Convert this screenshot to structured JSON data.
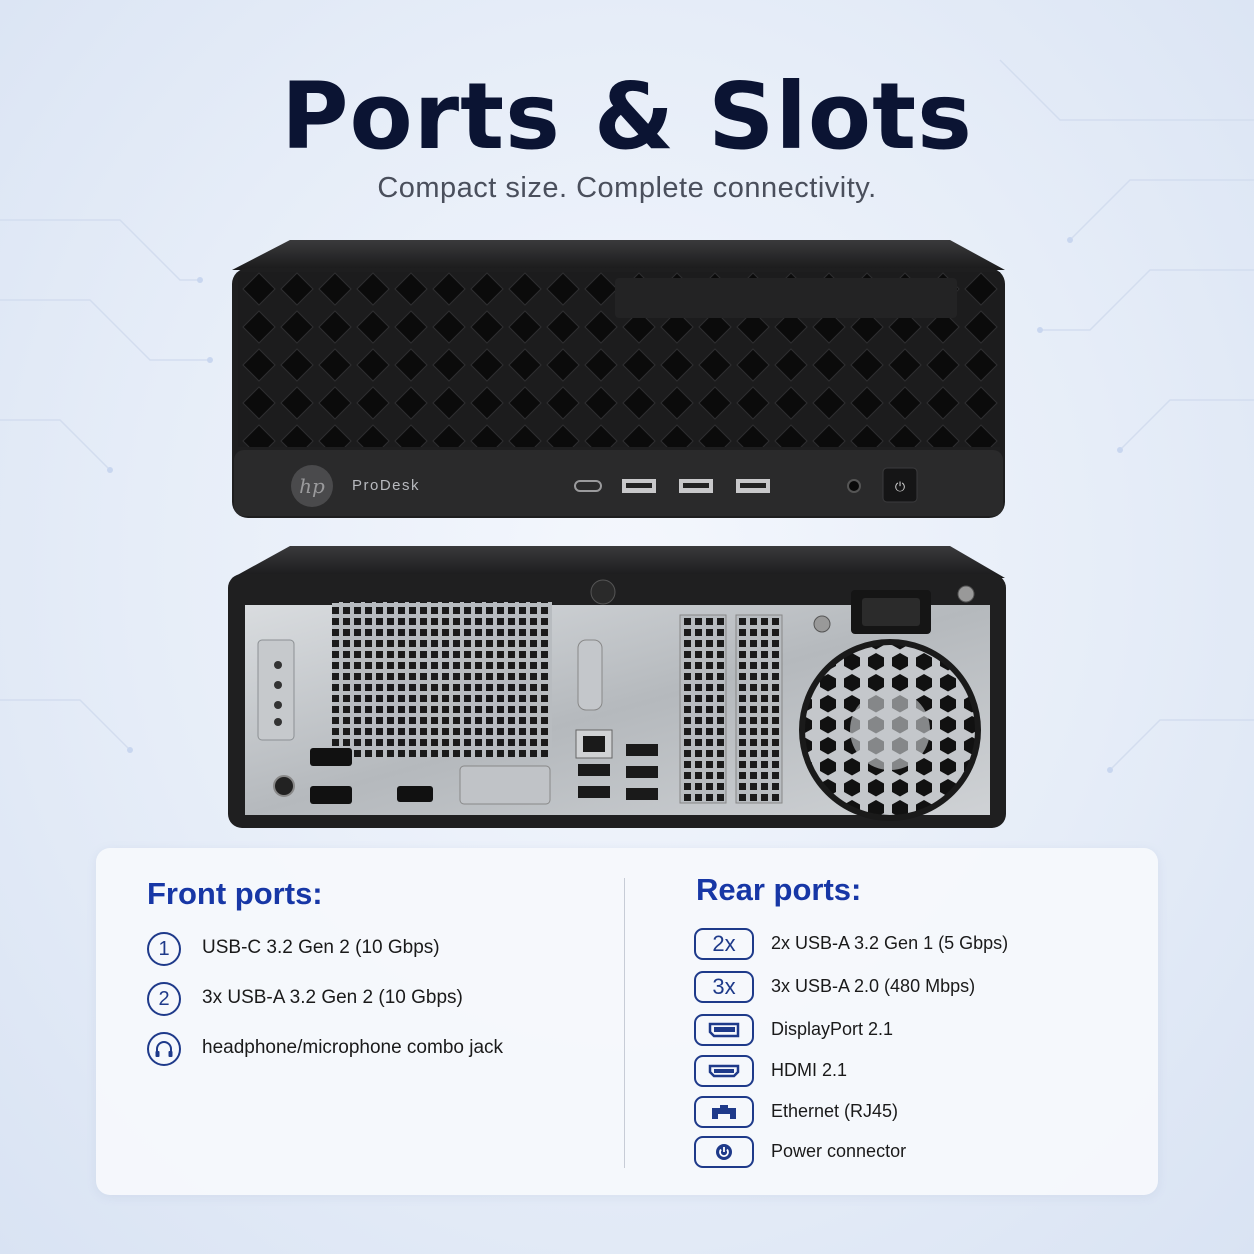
{
  "header": {
    "title": "Ports & Slots",
    "subtitle": "Compact size. Complete connectivity."
  },
  "device": {
    "brand_label": "ProDesk"
  },
  "front": {
    "heading": "Front ports:",
    "items": [
      {
        "badge": "1",
        "label": "USB-C  3.2 Gen 2 (10 Gbps)"
      },
      {
        "badge": "2",
        "label": "3x USB-A 3.2 Gen 2 (10 Gbps)"
      },
      {
        "icon": "headphone-icon",
        "label": "headphone/microphone combo jack"
      }
    ]
  },
  "rear": {
    "heading": "Rear ports:",
    "items": [
      {
        "badge": "2x",
        "label": "2x USB-A 3.2 Gen 1 (5 Gbps)"
      },
      {
        "badge": "3x",
        "label": "3x USB-A 2.0 (480 Mbps)"
      },
      {
        "icon": "displayport-icon",
        "label": "DisplayPort 2.1"
      },
      {
        "icon": "hdmi-icon",
        "label": "HDMI 2.1"
      },
      {
        "icon": "ethernet-icon",
        "label": "Ethernet (RJ45)"
      },
      {
        "icon": "power-icon",
        "label": "Power connector"
      }
    ]
  },
  "colors": {
    "title": "#0b1433",
    "accent": "#1737a6",
    "icon_outline": "#1e3a8a"
  }
}
